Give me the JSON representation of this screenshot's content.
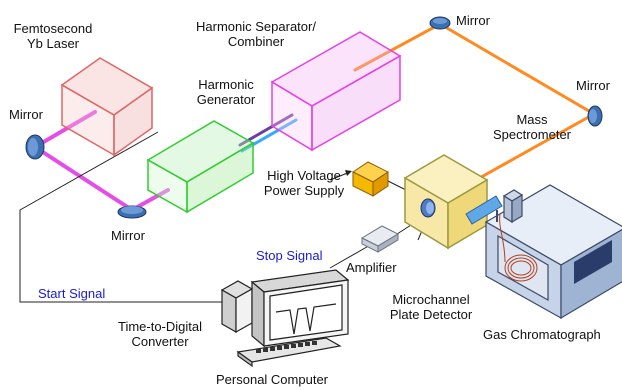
{
  "labels": {
    "laser_line1": "Femtosecond",
    "laser_line2": "Yb Laser",
    "separator_line1": "Harmonic Separator/",
    "separator_line2": "Combiner",
    "generator_line1": "Harmonic",
    "generator_line2": "Generator",
    "mirror_top": "Mirror",
    "mirror_right": "Mirror",
    "mirror_left": "Mirror",
    "mirror_bottom": "Mirror",
    "ms_line1": "Mass",
    "ms_line2": "Spectrometer",
    "hv_line1": "High Voltage",
    "hv_line2": "Power Supply",
    "stop_signal": "Stop Signal",
    "start_signal": "Start Signal",
    "amplifier": "Amplifier",
    "mcp_line1": "Microchannel",
    "mcp_line2": "Plate Detector",
    "tdc_line1": "Time-to-Digital",
    "tdc_line2": "Converter",
    "gc": "Gas Chromatograph",
    "pc": "Personal Computer"
  },
  "colors": {
    "laser_box": "#e06666",
    "separator_box": "#e640e6",
    "generator_box": "#33cc33",
    "spectrometer_box": "#cccc66",
    "hv_box": "#f2a600",
    "beam_fundamental": "#e64de6",
    "beam_harmonic": "#ff8a1f",
    "beam_blue": "#33aaff",
    "beam_purple": "#6b3fa0",
    "mirror": "#3a6fb0",
    "signal_text": "#1a1ad6"
  }
}
